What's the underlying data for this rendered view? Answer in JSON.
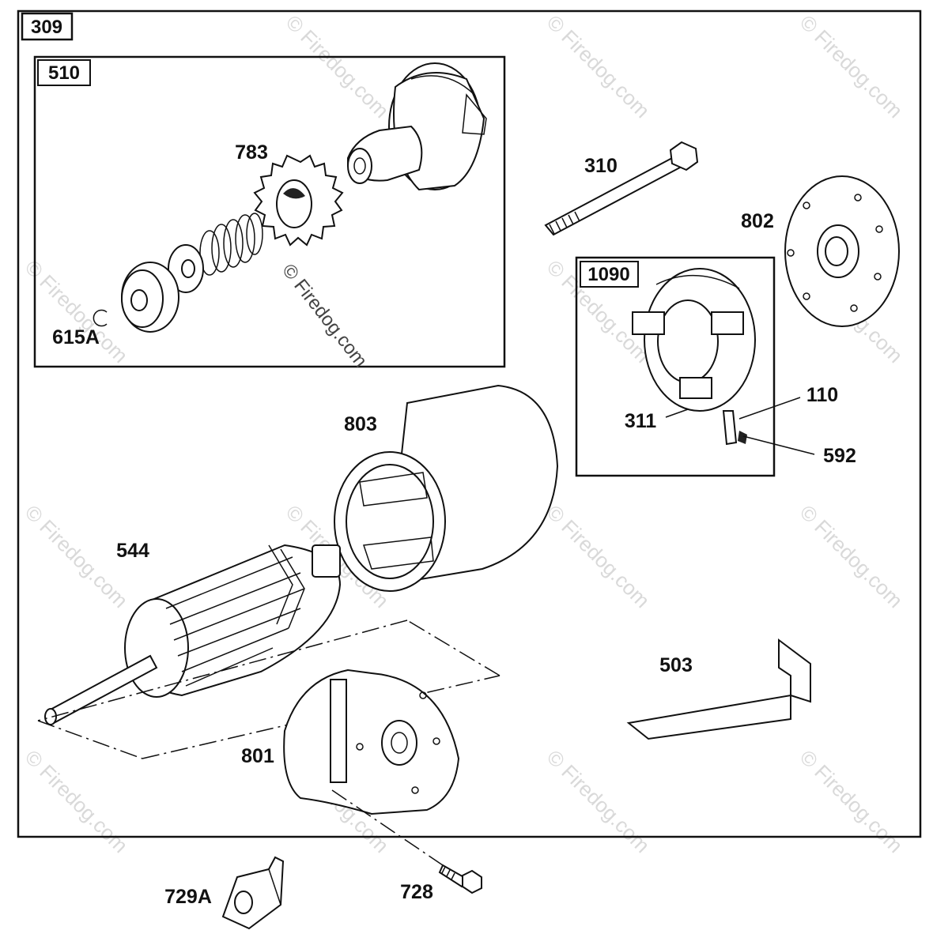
{
  "assembly_label": "309",
  "sub_boxes": {
    "drive": "510",
    "brush_holder": "1090"
  },
  "part_labels": {
    "p783": "783",
    "p615a": "615A",
    "p310": "310",
    "p802": "802",
    "p110": "110",
    "p311": "311",
    "p592": "592",
    "p803": "803",
    "p544": "544",
    "p503": "503",
    "p801": "801",
    "p729a": "729A",
    "p728": "728"
  },
  "watermark": "© Firedog.com",
  "colors": {
    "line": "#111111",
    "watermark": "#c9c9c9",
    "background": "#ffffff"
  }
}
